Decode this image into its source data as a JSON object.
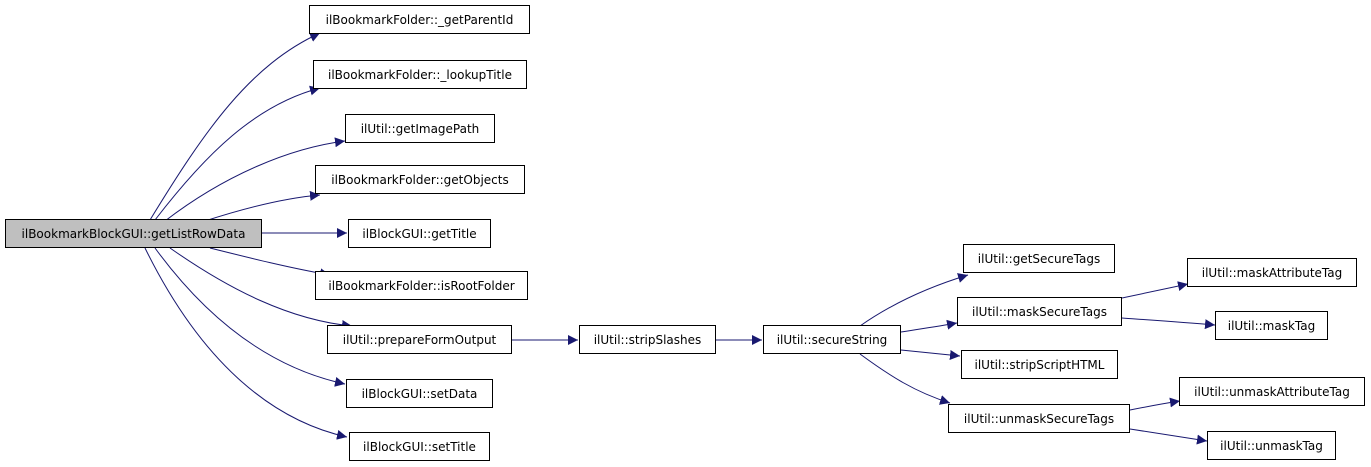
{
  "graph": {
    "root": "ilBookmarkBlockGUI::getListRowData",
    "nodes": [
      "ilBookmarkFolder::_getParentId",
      "ilBookmarkFolder::_lookupTitle",
      "ilUtil::getImagePath",
      "ilBookmarkFolder::getObjects",
      "ilBlockGUI::getTitle",
      "ilBookmarkFolder::isRootFolder",
      "ilUtil::prepareFormOutput",
      "ilBlockGUI::setData",
      "ilBlockGUI::setTitle",
      "ilUtil::stripSlashes",
      "ilUtil::secureString",
      "ilUtil::getSecureTags",
      "ilUtil::maskSecureTags",
      "ilUtil::stripScriptHTML",
      "ilUtil::unmaskSecureTags",
      "ilUtil::maskAttributeTag",
      "ilUtil::maskTag",
      "ilUtil::unmaskAttributeTag",
      "ilUtil::unmaskTag"
    ],
    "edge_color": "#191970",
    "root_fill": "#bfbfbf"
  }
}
